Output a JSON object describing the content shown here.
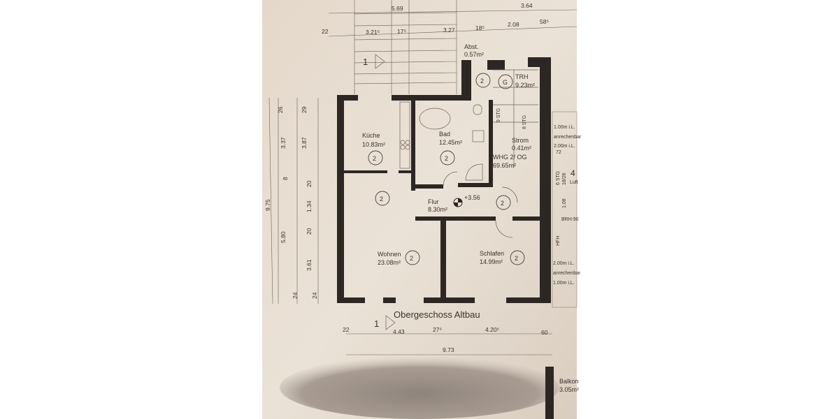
{
  "plan": {
    "title": "Obergeschoss Altbau",
    "rooms": [
      {
        "name": "Küche",
        "area": "10.83m²",
        "floor": "2"
      },
      {
        "name": "Bad",
        "area": "12.45m²",
        "floor": "2"
      },
      {
        "name": "Strom",
        "area": "0.41m²"
      },
      {
        "name": "WHG 2/ OG",
        "area": "69.65m²"
      },
      {
        "name": "Flur",
        "area": "8.30m²",
        "floor": "2"
      },
      {
        "name": "Wohnen",
        "area": "23.08m²",
        "floor": "2"
      },
      {
        "name": "Schlafen",
        "area": "14.99m²",
        "floor": "2"
      },
      {
        "name": "TRH",
        "area": "9.23m²",
        "floor": "2",
        "marker": "G"
      },
      {
        "name": "Abst.",
        "area": "0.57m²"
      },
      {
        "name": "Balkon",
        "area": "3.05m²"
      }
    ],
    "floor_markers": [
      "2",
      "2"
    ],
    "level": "+3.56",
    "section_marker": "1",
    "dims_top": [
      "5.69",
      "3.64",
      "22",
      "3.21⁵",
      "17⁵",
      "3.27",
      "18⁵",
      "2.08",
      "58⁵"
    ],
    "dims_bottom": [
      "22",
      "4.43",
      "27⁵",
      "4.20⁵",
      "60",
      "9.73"
    ],
    "dims_left": [
      "9.75",
      "26",
      "3.37",
      "8",
      "5.80",
      "24",
      "29",
      "3.87",
      "20",
      "1.34",
      "20",
      "3.61",
      "24"
    ],
    "stairs": [
      "9 STG",
      "8 STG",
      "6 STG",
      "18/26"
    ],
    "right_notes": [
      "1.00m i.L.",
      "anrechenbar",
      "2.00m i.L.",
      "72",
      "4",
      "Luft",
      "1.08",
      "BRH:90",
      "HFH",
      "2.00m i.L.",
      "anrechenbar",
      "1.00m i.L."
    ]
  },
  "colors": {
    "paper": "#e6dccf",
    "wall": "#2d2724",
    "shadow": "#9c9088"
  }
}
